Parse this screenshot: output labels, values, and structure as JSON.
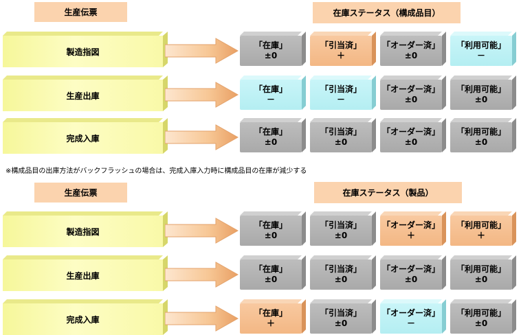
{
  "sections": [
    {
      "left_header": "生産伝票",
      "right_header": "在庫ステータス（構成品目）",
      "rows": [
        {
          "label": "製造指図",
          "boxes": [
            {
              "name": "「在庫」",
              "value": "±0",
              "color": "gray"
            },
            {
              "name": "「引当済」",
              "value": "＋",
              "color": "orange"
            },
            {
              "name": "「オーダー済」",
              "value": "±0",
              "color": "gray"
            },
            {
              "name": "「利用可能」",
              "value": "－",
              "color": "cyan"
            }
          ]
        },
        {
          "label": "生産出庫",
          "boxes": [
            {
              "name": "「在庫」",
              "value": "－",
              "color": "cyan"
            },
            {
              "name": "「引当済」",
              "value": "－",
              "color": "cyan"
            },
            {
              "name": "「オーダー済」",
              "value": "±0",
              "color": "gray"
            },
            {
              "name": "「利用可能」",
              "value": "±0",
              "color": "gray"
            }
          ]
        },
        {
          "label": "完成入庫",
          "boxes": [
            {
              "name": "「在庫」",
              "value": "±0",
              "color": "gray"
            },
            {
              "name": "「引当済」",
              "value": "±0",
              "color": "gray"
            },
            {
              "name": "「オーダー済」",
              "value": "±0",
              "color": "gray"
            },
            {
              "name": "「利用可能」",
              "value": "±0",
              "color": "gray"
            }
          ]
        }
      ]
    },
    {
      "left_header": "生産伝票",
      "right_header": "在庫ステータス（製品）",
      "rows": [
        {
          "label": "製造指図",
          "boxes": [
            {
              "name": "「在庫」",
              "value": "±0",
              "color": "gray"
            },
            {
              "name": "「引当済」",
              "value": "±0",
              "color": "gray"
            },
            {
              "name": "「オーダー済」",
              "value": "＋",
              "color": "orange"
            },
            {
              "name": "「利用可能」",
              "value": "＋",
              "color": "orange"
            }
          ]
        },
        {
          "label": "生産出庫",
          "boxes": [
            {
              "name": "「在庫」",
              "value": "±0",
              "color": "gray"
            },
            {
              "name": "「引当済」",
              "value": "±0",
              "color": "gray"
            },
            {
              "name": "「オーダー済」",
              "value": "±0",
              "color": "gray"
            },
            {
              "name": "「利用可能」",
              "value": "±0",
              "color": "gray"
            }
          ]
        },
        {
          "label": "完成入庫",
          "boxes": [
            {
              "name": "「在庫」",
              "value": "＋",
              "color": "orange"
            },
            {
              "name": "「引当済」",
              "value": "±0",
              "color": "gray"
            },
            {
              "name": "「オーダー済」",
              "value": "－",
              "color": "cyan"
            },
            {
              "name": "「利用可能」",
              "value": "±0",
              "color": "gray"
            }
          ]
        }
      ]
    }
  ],
  "note": "※構成品目の出庫方法がバックフラッシュの場合は、完成入庫入力時に構成品目の在庫が減少する"
}
